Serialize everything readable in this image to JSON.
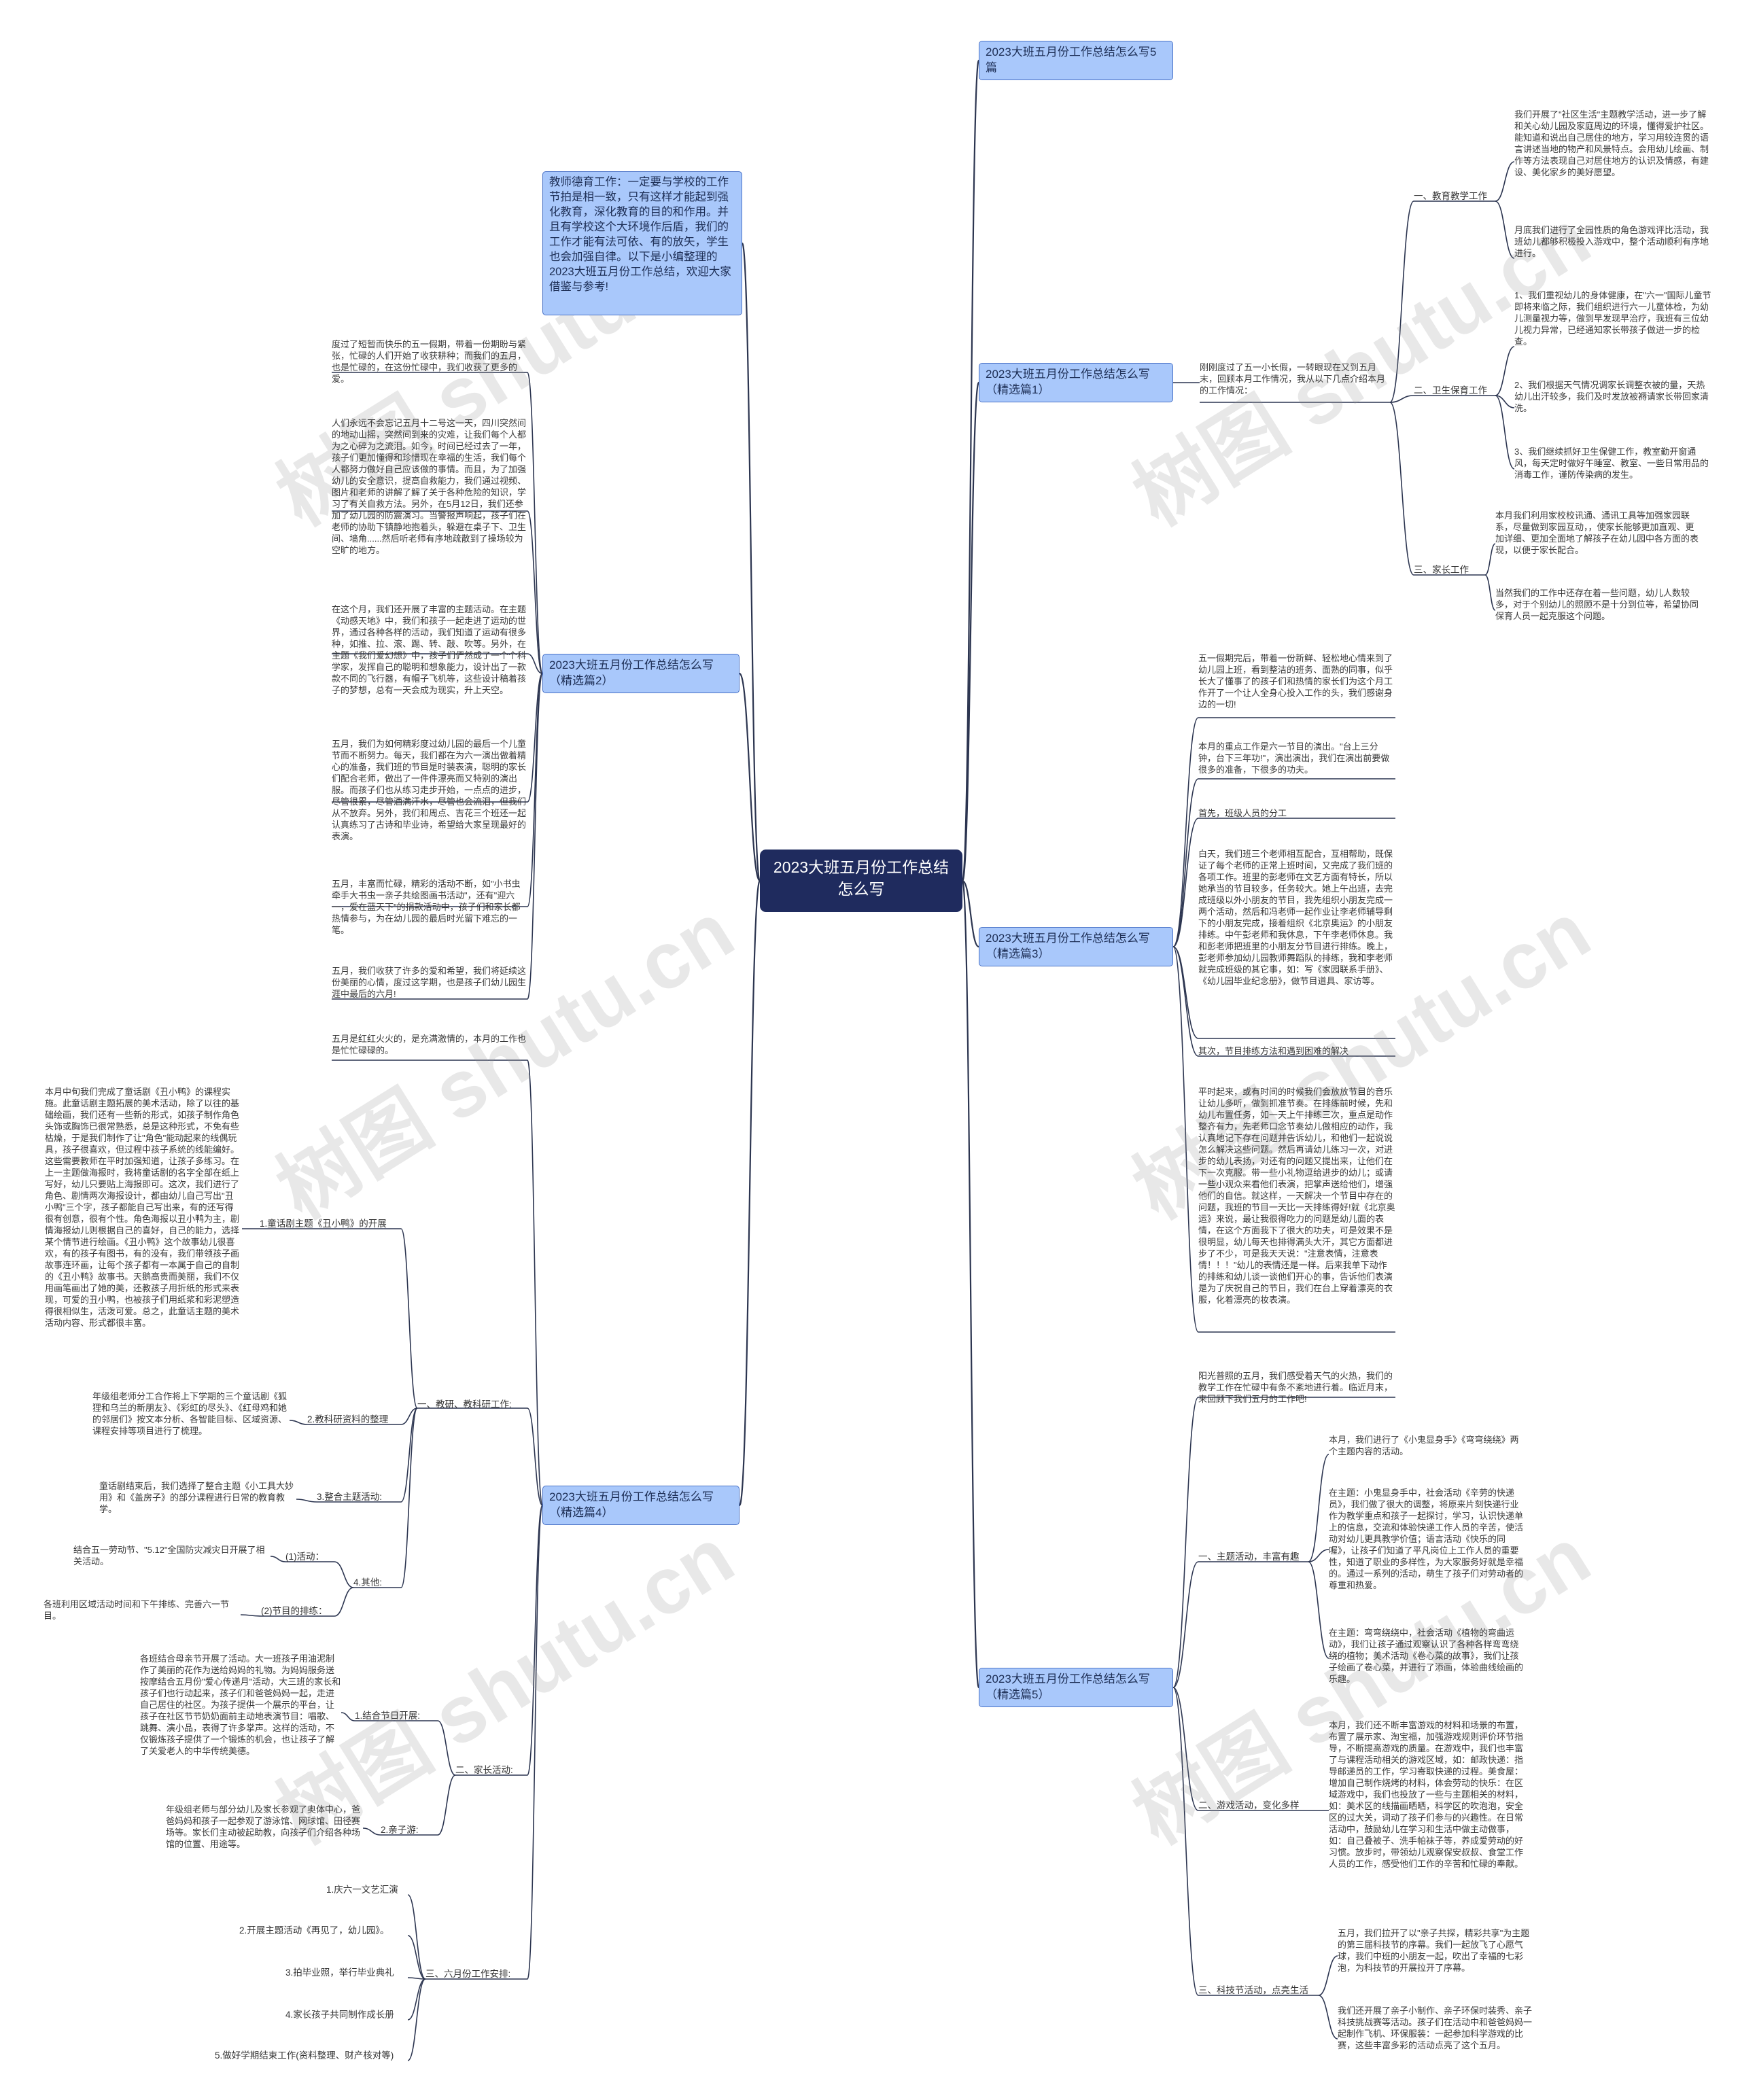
{
  "root": "2023大班五月份工作总结怎么写",
  "intro": "教师德育工作：一定要与学校的工作节拍是相一致，只有这样才能起到强化教育，深化教育的目的和作用。并且有学校这个大环境作后盾，我们的工作才能有法可依、有的放矢，学生也会加强自律。以下是小编整理的2023大班五月份工作总结，欢迎大家借鉴与参考!",
  "watermark": "树图 shutu.cn",
  "branches": {
    "b5": "2023大班五月份工作总结怎么写5篇",
    "b1": "2023大班五月份工作总结怎么写（精选篇1）",
    "b2": "2023大班五月份工作总结怎么写（精选篇2）",
    "b3": "2023大班五月份工作总结怎么写（精选篇3）",
    "b4": "2023大班五月份工作总结怎么写（精选篇4）",
    "b5b": "2023大班五月份工作总结怎么写（精选篇5）"
  },
  "p1": {
    "lead": "刚刚度过了五一小长假，一转眼现在又到五月末，回顾本月工作情况，我从以下几点介绍本月的工作情况：",
    "s1_label": "一、教育教学工作",
    "s1_t1": "我们开展了\"社区生活\"主题教学活动，进一步了解和关心幼儿园及家庭周边的环境，懂得爱护社区。能知道和说出自己居住的地方，学习用较连贯的语言讲述当地的物产和风景特点。会用幼儿绘画、制作等方法表现自己对居住地方的认识及情感，有建设、美化家乡的美好愿望。",
    "s1_t2": "月底我们进行了全园性质的角色游戏评比活动，我班幼儿都够积极投入游戏中，整个活动顺利有序地进行。",
    "s2_label": "二、卫生保育工作",
    "s2_t1": "1、我们重视幼儿的身体健康，在\"六一\"国际儿童节即将来临之际，我们组织进行六一儿童体检，为幼儿测量视力等，做到早发现早治疗，我班有三位幼儿视力异常，已经通知家长带孩子做进一步的检查。",
    "s2_t2": "2、我们根据天气情况调家长调整衣被的量，天热幼儿出汗较多，我们及时发放被褥请家长带回家清洗。",
    "s2_t3": "3、我们继续抓好卫生保健工作，教室勤开窗通风，每天定时做好午睡室、教室、一些日常用品的消毒工作，谨防传染病的发生。",
    "s3_label": "三、家长工作",
    "s3_t1": "本月我们利用家校校讯通、通讯工具等加强家园联系，尽量做到家园互动，，使家长能够更加直观、更加详细、更加全面地了解孩子在幼儿园中各方面的表现，以便于家长配合。",
    "s3_t2": "当然我们的工作中还存在着一些问题，幼儿人数较多，对于个别幼儿的照顾不是十分到位等，希望协同保育人员一起克服这个问题。"
  },
  "p2": {
    "t1": "度过了短暂而快乐的五一假期，带着一份期盼与紧张，忙碌的人们开始了收获耕种；而我们的五月，也是忙碌的，在这份忙碌中，我们收获了更多的爱。",
    "t2": "人们永远不会忘记五月十二号这一天，四川突然间的地动山摇，突然间到来的灾难，让我们每个人都为之心碎为之流泪。如今，时间已经过去了一年，孩子们更加懂得和珍惜现在幸福的生活，我们每个人都努力做好自己应该做的事情。而且，为了加强幼儿的安全意识，提高自救能力，我们通过视频、图片和老师的讲解了解了关于各种危险的知识，学习了有关自救方法。另外，在5月12日，我们还参加了幼儿园的防震演习。当警报声响起，孩子们在老师的协助下镇静地抱着头，躲避在桌子下、卫生间、墙角......然后听老师有序地疏散到了操场较为空旷的地方。",
    "t3": "在这个月，我们还开展了丰富的主题活动。在主题《动感天地》中，我们和孩子一起走进了运动的世界，通过各种各样的活动，我们知道了运动有很多种，如推、拉、滚、踢、转、敲、吹等。另外，在主题《我们爱幻想》中，孩子们俨然成了一个个科学家，发挥自己的聪明和想象能力，设计出了一款款不同的飞行器，有帽子飞机等，这些设计稿着孩子的梦想，总有一天会成为现实，升上天空。",
    "t4": "五月，我们为如何精彩度过幼儿园的最后一个儿童节而不断努力。每天，我们都在为六一演出做着精心的准备，我们班的节目是时装表演，聪明的家长们配合老师，做出了一件件漂亮而又特别的演出服。而孩子们也从练习走步开始，一点点的进步，尽管很累，尽管酒满汗水，尽管也会流泪，但我们从不放弃。另外，我们和周点、吉花三个班还一起认真练习了古诗和毕业诗，希望给大家呈现最好的表演。",
    "t5": "五月，丰富而忙碌，精彩的活动不断，如\"小书虫牵手大书虫一亲子共绘图画书活动\"，还有\"迎六一，爱在蓝天下\"的捐款活动中，孩子们和家长都热情参与，为在幼儿园的最后时光留下难忘的一笔。",
    "t6": "五月，我们收获了许多的爱和希望，我们将延续这份美丽的心情，度过这学期，也是孩子们幼儿园生涯中最后的六月!"
  },
  "p3": {
    "t1": "五一假期完后，带着一份新鲜、轻松地心情来到了幼儿园上班，看到整洁的班务、面熟的同事，似乎长大了懂事了的孩子们和热情的家长们为这个月工作开了一个让人全身心投入工作的头，我们感谢身边的一切!",
    "t2": "本月的重点工作是六一节目的演出。\"台上三分钟，台下三年功!\"，演出演出，我们在演出前要做很多的准备，下很多的功夫。",
    "t3": "首先，班级人员的分工",
    "t4": "白天，我们班三个老师相互配合，互相帮助，既保证了每个老师的正常上班时间，又完成了我们班的各项工作。班里的彭老师在文艺方面有特长，所以她承当的节目较多，任务较大。她上午出班，去完成班级以外小朋友的节目，我先组织小朋友完成一两个活动，然后和冯老师一起作业让李老师辅导剩下的小朋友完成，接着组织《北京奥运》的小朋友排练。中午彭老师和我休息，下午李老师休息。我和彭老师把班里的小朋友分节目进行排练。晚上，彭老师参加幼儿园教师舞蹈队的排练，我和李老师就完成班级的其它事，如：写《家园联系手册》、《幼儿园毕业纪念册》，做节目道具、家访等。",
    "t5": "其次，节目排练方法和遇到困难的解决",
    "t6": "平时起来，或有时间的时候我们会放放节目的音乐让幼儿多听，做到抓准节奏。在排练前时候，先和幼儿布置任务，如一天上午排练三次，重点是动作整齐有力，先老师口念节奏幼儿做相应的动作，我认真地记下存在问题并告诉幼儿，和他们一起说说怎么解决这些问题。然后再请幼儿练习一次，对进步的幼儿表扬，对还有的问题又提出来，让他们在下一次克服。带一些小礼物逗给进步的幼儿；或请一些小观众来看他们表演，把掌声送给他们，增强他们的自信。就这样，一天解决一个节目中存在的问题，我班的节目一天比一天排练得好!就《北京奥运》来说，最让我很得吃力的问题是幼儿面的表情，在这个方面我下了很大的功夫，可是效果不是很明显，幼儿每天也排得满头大汗，其它方面都进步了不少，可是我天天说：\"注意表情，注意表情！！！\"幼儿的表情还是一样。后来我单下动作的排练和幼儿谈一谈他们开心的事，告诉他们表演是为了庆祝自己的节日，我们在台上穿着漂亮的衣服，化着漂亮的妆表演。"
  },
  "p4": {
    "lead": "五月是红红火火的，是充满激情的，本月的工作也是忙忙碌碌的。",
    "s1_label": "一、教研、教科研工作:",
    "i1_label": "1.童话剧主题《丑小鸭》的开展",
    "i1_text": "本月中旬我们完成了童话剧《丑小鸭》的课程实施。此童话剧主题拓展的美术活动，除了以往的基础绘画，我们还有一些新的形式，如孩子制作角色头饰或胸饰已很常熟悉，总是这种形式，不免有些枯燥，于是我们制作了让\"角色\"能动起来的线偶玩具，孩子很喜欢，但过程中孩子系统的线能编好。这些需要教师在平时加强知道，让孩子多练习。在上一主题做海报时，我将童话剧的名字全部在纸上写好，幼儿只要贴上海报即可。这次，我们进行了角色、剧情两次海报设计，都由幼儿自己写出\"丑小鸭\"三个字，孩子都能自己写出来，有的还写得很有创意，很有个性。角色海报以丑小鸭为主，剧情海报幼儿则根据自己的喜好，自己的能力，选择某个情节进行绘画。《丑小鸭》这个故事幼儿很喜欢，有的孩子有图书，有的没有，我们带领孩子画故事连环画，让每个孩子都有一本属于自己的自制的《丑小鸭》故事书。天鹅高贵而美丽，我们不仅用画笔画出了她的美，还教孩子用折纸的形式来表现，可爱的丑小鸭，也被孩子们用纸浆和彩泥塑造得很相似生，活泼可爱。总之，此童话主题的美术活动内容、形式都很丰富。",
    "i2_label": "2.教科研资料的整理",
    "i2_text": "年级组老师分工合作将上下学期的三个童话剧《狐狸和乌兰的新朋友》、《彩虹的尽头》、《红母鸡和她的邻居们》按文本分析、各智能目标、区域资源、课程安排等项目进行了梳理。",
    "i3_label": "3.整合主题活动:",
    "i3_text": "童话剧结束后，我们选择了整合主题《小工具大妙用》和《盖房子》的部分课程进行日常的教育教学。",
    "i4_label": "4.其他:",
    "i4a_label": "(1)活动：",
    "i4a_text": "结合五一劳动节、\"5.12\"全国防灾减灾日开展了相关活动。",
    "i4b_label": "(2)节目的排练：",
    "i4b_text": "各班利用区域活动时间和下午排练、完善六一节目。",
    "s2_label": "二、家长活动:",
    "j1_label": "1.结合节日开展:",
    "j1_text": "各班结合母亲节开展了活动。大一班孩子用油泥制作了美丽的花作为送给妈妈的礼物。为妈妈服务送按摩结合五月份\"爱心传递月\"活动，大三班的家长和孩子们也行动起来，孩子们和爸爸妈妈一起，走进自己居住的社区。为孩子提供一个展示的平台，让孩子在社区节节奶奶面前主动地表演节目：唱歌、跳舞、演小品，表得了许多掌声。这样的活动，不仅锻炼孩子提供了一个锻炼的机会，也让孩子了解了关爱老人的中华传统美德。",
    "j2_label": "2.亲子游:",
    "j2_text": "年级组老师与部分幼儿及家长参观了奥体中心，爸爸妈妈和孩子一起参观了游泳馆、网球馆、田径赛场等。家长们主动被起助教，向孩子们介绍各种场馆的位置、用途等。",
    "s3_label": "三、六月份工作安排:",
    "k": [
      "1.庆六一文艺汇演",
      "2.开展主题活动《再见了，幼儿园》。",
      "3.拍毕业照，举行毕业典礼",
      "4.家长孩子共同制作成长册",
      "5.做好学期结束工作(资料整理、财产核对等)"
    ]
  },
  "p5": {
    "lead": "阳光普照的五月，我们感受着天气的火热，我们的教学工作在忙碌中有条不紊地进行着。临近月末，来回顾下我们五月的工作吧!",
    "s1_label": "一、主题活动，丰富有趣",
    "s1_t1": "本月，我们进行了《小鬼显身手》《弯弯绕绕》两个主题内容的活动。",
    "s1_t2": "在主题：小鬼显身手中，社会活动《辛劳的快递员》，我们做了很大的调整，将原来片刻快递行业作为教学重点和孩子一起探讨，学习，认识快递单上的信息，交流和体验快递工作人员的辛苦，使活动对幼儿更具教学价值；语言活动《快乐的同喔》，让孩子们知道了平凡岗位上工作人员的重要性，知道了职业的多样性，为大家服务好就是幸福的。通过一系列的活动，萌生了孩子们对劳动者的尊重和热爱。",
    "s1_t3": "在主题：弯弯绕绕中，社会活动《植物的弯曲运动》，我们让孩子通过观察认识了各种各样弯弯绕绕的植物；美术活动《卷心菜的故事》，我们让孩子绘画了卷心菜，并进行了添画，体验曲线绘画的乐趣。",
    "s2_label": "二、游戏活动，变化多样",
    "s2_t1": "本月，我们还不断丰富游戏的材料和场景的布置，布置了展示家、淘宝福，加强游戏规则评价环节指导，不断提高游戏的质量。在游戏中，我们也丰富了与课程活动相关的游戏区域，如：邮政快递：指导邮递员的工作，学习寄取快递的过程。美食屋：增加自己制作烧烤的材料，体会劳动的快乐：在区域游戏中，我们也投放了一些与主题相关的材料，如：美术区的线描画晒晒，科学区的吹泡泡，安全区的过大关，词动了孩子们参与的兴趣性。在日常活动中，鼓励幼儿在学习和生活中做主动做事，如：自己叠被子、洗手帕袜子等，养成爱劳动的好习惯。放步时，带领幼儿观察保安叔叔、食堂工作人员的工作，感受他们工作的辛苦和忙碌的奉献。",
    "s3_label": "三、科技节活动，点亮生活",
    "s3_t1": "五月，我们拉开了以\"亲子共探，精彩共享\"为主题的第三届科技节的序幕。我们一起放飞了心愿气球，我们中班的小朋友一起，吹出了幸福的七彩泡，为科技节的开展拉开了序幕。",
    "s3_t2": "我们还开展了亲子小制作、亲子环保时装秀、亲子科技挑战赛等活动。孩子们在活动中和爸爸妈妈一起制作飞机、环保服装：一起参加科学游戏的比赛，这些丰富多彩的活动点亮了这个五月。"
  }
}
